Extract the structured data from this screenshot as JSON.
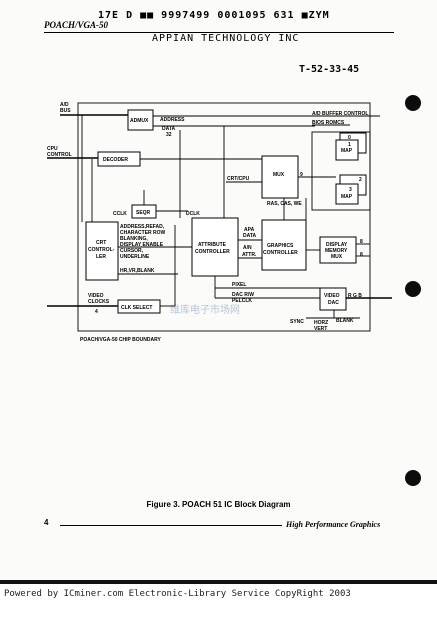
{
  "header": {
    "code_line": "17E D  ■■ 9997499 0001095 631 ■ZYM",
    "model": "POACH/VGA-50",
    "company": "APPIAN TECHNOLOGY INC",
    "doc_number": "T-52-33-45"
  },
  "diagram": {
    "left_signals": {
      "ad_bus": "A/D\nBUS",
      "cpu_control": "CPU\nCONTROL",
      "video_clocks": "VIDEO\nCLOCKS"
    },
    "blocks": {
      "admux": "ADMUX",
      "decoder": "DECODER",
      "mux": "MUX",
      "seqr": "SEQR",
      "crt_controller": "CRT\nCONTROL-\nLER",
      "attribute_controller": "ATTRIBUTE\nCONTROLLER",
      "graphics_controller": "GRAPHICS\nCONTROLLER",
      "display_memory_mux": "DISPLAY\nMEMORY\nMUX",
      "video_dac": "VIDEO\nDAC",
      "clk_select": "CLK SELECT",
      "map0": "MAP",
      "map1": "MAP",
      "map2": "MAP",
      "map3": "MAP"
    },
    "map_numbers": [
      "0",
      "1",
      "2",
      "3"
    ],
    "labels": {
      "address": "ADDRESS",
      "data": "DATA",
      "bus_width": "32",
      "ad_buffer_control": "A/D BUFFER CONTROL",
      "bios_roms": "BIOS ROMCS",
      "crt_cpu": "CRT/CPU",
      "nine": "9",
      "ras_cas_we": "RAS, CAS, WE",
      "cclk": "CCLK",
      "dclk": "DCLK",
      "crt_outputs": "ADDRESS,REFAD,\nCHARACTER ROW\nBLANKING,\nDISPLAY ENABLE\nCURSOR,\nUNDERLINE",
      "hr_vr_blank": "HR,VR,BLANK",
      "apa_data": "APA\nDATA",
      "an_attr": "A/N\nATTR.",
      "eight_a": "8",
      "eight_b": "8",
      "pixel": "PIXEL",
      "dac_rw": "DAC R/W",
      "pelclk": "PELCLK",
      "rgb": "R G B",
      "sync": "SYNC",
      "horz": "HORZ",
      "blank": "BLANK",
      "vert": "VERT",
      "four": "4",
      "boundary": "POACH/VGA-50 CHIP BOUNDARY"
    },
    "watermark": "维库电子市场网"
  },
  "caption": "Figure 3. POACH 51 IC Block Diagram",
  "footer": {
    "page_number": "4",
    "right_text": "High Performance Graphics"
  },
  "powered_by": "Powered by ICminer.com Electronic-Library Service CopyRight 2003",
  "colors": {
    "paper": "#fbfbf9",
    "ink": "#000000"
  }
}
